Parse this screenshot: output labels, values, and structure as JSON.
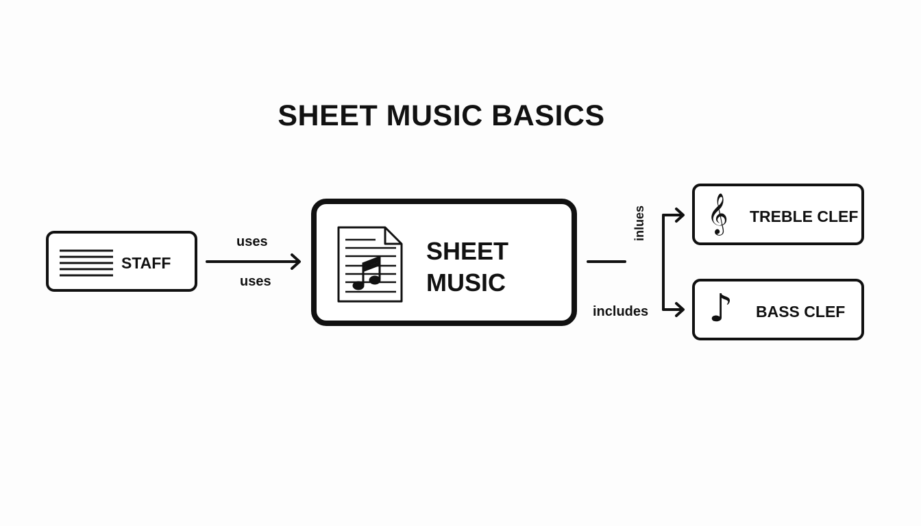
{
  "title": "SHEET MUSIC BASICS",
  "nodes": {
    "staff": {
      "label": "STAFF",
      "icon": "staff-lines-icon"
    },
    "sheet_music": {
      "label_line1": "SHEET",
      "label_line2": "MUSIC",
      "icon": "sheet-music-document-icon"
    },
    "treble_clef": {
      "label": "TREBLE CLEF",
      "icon": "treble-clef-icon"
    },
    "bass_clef": {
      "label": "BASS CLEF",
      "icon": "eighth-note-icon"
    }
  },
  "edges": {
    "staff_to_sheet": {
      "label_top": "uses",
      "label_bottom": "uses"
    },
    "sheet_to_clefs": {
      "label_vertical": "inlues",
      "label_bottom": "includes"
    }
  },
  "colors": {
    "stroke": "#111111",
    "background": "#fdfdfd"
  }
}
